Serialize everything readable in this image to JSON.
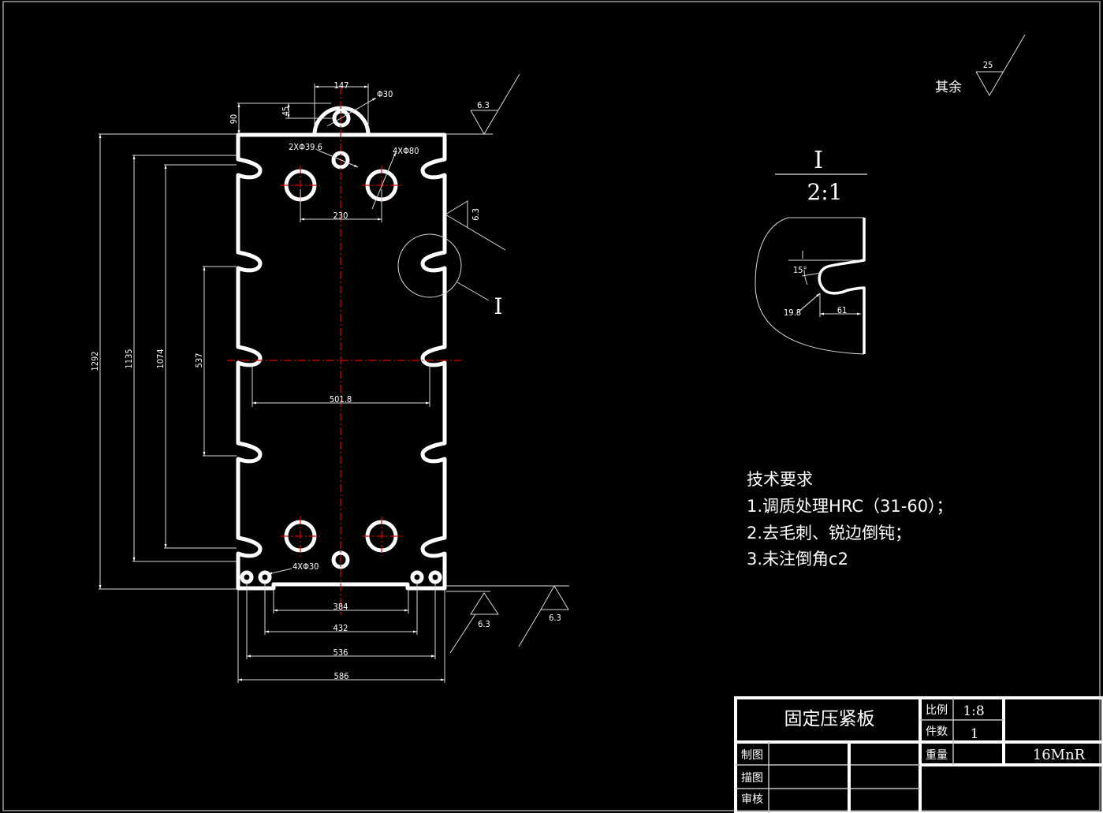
{
  "drawing": {
    "title": "固定压紧板",
    "material": "16MnR",
    "scale_label": "比例",
    "scale_value": "1:8",
    "quantity_label": "件数",
    "quantity_value": "1",
    "weight_label": "重量",
    "weight_value": "",
    "drawn_label": "制图",
    "traced_label": "描图",
    "checked_label": "审核"
  },
  "surface_roughness": {
    "general_label": "其余",
    "general_value": "25",
    "top_edge": "6.3",
    "right_edge": "6.3",
    "bottom_left": "6.3",
    "bottom_right": "6.3"
  },
  "dimensions": {
    "top_lug_width": "147",
    "lug_hole": "Φ30",
    "lug_offset": "45",
    "lug_height": "90",
    "small_holes": "2XΦ39.6",
    "large_holes": "4XΦ80",
    "large_hole_spacing": "230",
    "bottom_holes": "4XΦ30",
    "notch_span": "501.8",
    "overall_height": "1292",
    "height_1135": "1135",
    "height_1074": "1074",
    "height_537": "537",
    "width_384": "384",
    "width_432": "432",
    "width_536": "536",
    "width_586": "586"
  },
  "detail": {
    "label": "I",
    "callout_label": "I",
    "scale": "2:1",
    "angle": "15°",
    "radius": "19.8",
    "depth": "61"
  },
  "tech_requirements": {
    "heading": "技术要求",
    "items": [
      "1.调质处理HRC（31-60）；",
      "2.去毛刺、锐边倒钝；",
      "3.未注倒角c2"
    ]
  }
}
